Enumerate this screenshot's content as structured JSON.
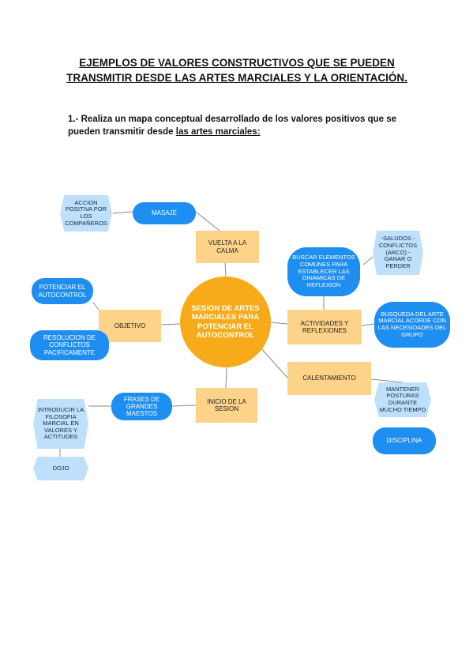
{
  "title": "EJEMPLOS DE VALORES CONSTRUCTIVOS QUE SE PUEDEN TRANSMITIR DESDE LAS ARTES MARCIALES Y LA ORIENTACIÓN.",
  "instruction": {
    "text": "1.- Realiza un mapa conceptual desarrollado de los valores positivos que se pueden transmitir desde ",
    "underlined": "las artes marciales:"
  },
  "map": {
    "center": "SESION DE ARTES MARCIALES PARA POTENCIAR EL AUTOCONTROL",
    "vuelta_calma": "VUELTA A LA CALMA",
    "masaje": "MASAJE",
    "accion_positiva": "ACCION POSITIVA POR LOS COMPAÑEROS",
    "objetivo": "OBJETIVO",
    "potenciar": "POTENCIAR EL AUTOCONTROL",
    "resolucion": "RESOLUCION DE CONFLICTOS PACIFICAMENTE",
    "actividades": "ACTIVIDADES Y REFLEXIONES",
    "buscar_elementos": "BUSCAR ELEMENTOS COMUNES PARA ESTABLECER LAS DINAMICAS DE REFLEXION",
    "saludos": "-SALUDOS -CONFLICTOS (ARCO) -GANAR O PERDER",
    "busqueda_arte": "BUSQUEDA DEL ARTE MARCIAL ACORDE CON LAS NECESIDADES DEL GRUPO",
    "calentamiento": "CALENTAMIENTO",
    "mantener": "MANTENER POSTURAS DURANTE MUCHO TIEMPO",
    "disciplina": "DISCIPLINA",
    "inicio": "INICIO DE LA SESION",
    "frases": "FRASES DE GRANDES MAESTOS",
    "introducir": "INTRODUCIR LA FILOSOFIA MARCIAL EN VALORES Y ACTITUDES",
    "dojo": "DOJO"
  },
  "colors": {
    "blue_node": "#1e8ef0",
    "orange_node": "#f7aa1a",
    "yellow_box": "#fdd38a",
    "light_blue_box": "#bfe0fa",
    "connector": "#8a8a8a"
  }
}
